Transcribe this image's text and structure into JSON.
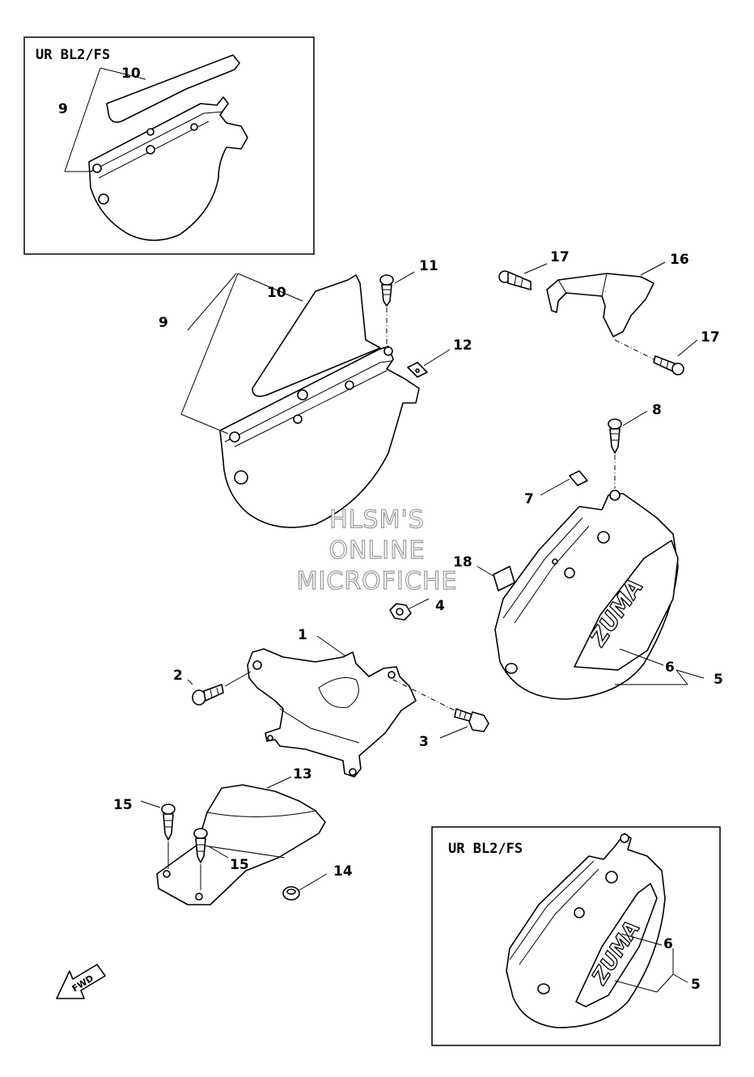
{
  "inset_top": {
    "label": "UR BL2/FS"
  },
  "inset_bottom": {
    "label": "UR BL2/FS"
  },
  "watermark": {
    "line1": "HLSM'S",
    "line2": "ONLINE",
    "line3": "MICROFICHE"
  },
  "fwd": {
    "label": "FWD"
  },
  "decal_text": "ZUMA",
  "callouts": {
    "inset_top_10": "10",
    "inset_top_9": "9",
    "p10": "10",
    "p9": "9",
    "p11": "11",
    "p12": "12",
    "p17a": "17",
    "p16": "16",
    "p17b": "17",
    "p8": "8",
    "p7": "7",
    "p18": "18",
    "p4": "4",
    "p1": "1",
    "p2": "2",
    "p3": "3",
    "p6": "6",
    "p5": "5",
    "p13": "13",
    "p15a": "15",
    "p15b": "15",
    "p14": "14",
    "inset_bottom_6": "6",
    "inset_bottom_5": "5"
  }
}
